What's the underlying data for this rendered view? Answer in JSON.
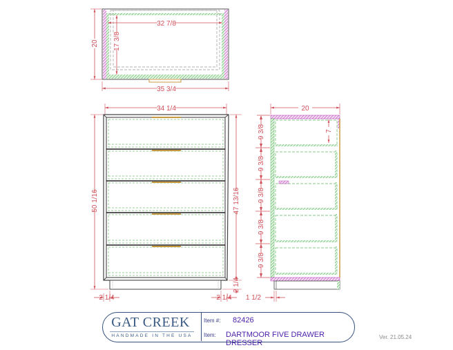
{
  "drawing": {
    "top_view": {
      "depth_label": "20",
      "inner_width_label": "32 7/8",
      "inner_depth_label": "17 3/8",
      "overall_width_label": "35 3/4"
    },
    "front_view": {
      "top_width_label": "34 1/4",
      "overall_height_label": "50 1/16",
      "case_height_label": "47 13/16",
      "base_height_label": "2 1/4",
      "left_inset_label": "2 1/4",
      "right_inset_label": "2 1/4",
      "drawer_count": 5
    },
    "side_view": {
      "depth_label": "20",
      "drawer_opening_label": "9 3/8",
      "drawer_depth_label": "7",
      "base_inset_label": "1 1/2",
      "drawer_heights": [
        "9 3/8",
        "9 3/8",
        "9 3/8",
        "9 3/8",
        "9 3/8"
      ]
    },
    "colors": {
      "dimension": "#d0505a",
      "wood_hatch": "#5cb85c",
      "panel_hatch": "#c040c0",
      "pull": "#c89a40",
      "outline": "#333333"
    }
  },
  "title_block": {
    "brand": "GAT CREEK",
    "tagline": "HANDMADE IN THE USA",
    "item_number_label": "Item #:",
    "item_number": "82426",
    "item_label": "Item:",
    "item_name": "DARTMOOR FIVE DRAWER DRESSER"
  },
  "version": "Ver. 21.05.24"
}
